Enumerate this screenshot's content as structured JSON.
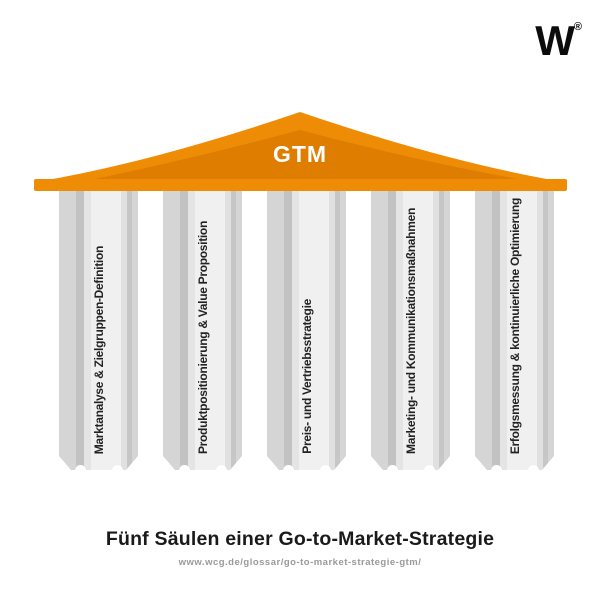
{
  "logo": {
    "letter": "W",
    "registered": "®"
  },
  "roof": {
    "label": "GTM"
  },
  "pillars": [
    {
      "label": "Marktanalyse & Zielgruppen-Definition"
    },
    {
      "label": "Produktpositionierung & Value Proposition"
    },
    {
      "label": "Preis- und Vertriebsstrategie"
    },
    {
      "label": "Marketing- und Kommunikationsmaßnahmen"
    },
    {
      "label": "Erfolgsmessung & kontinuierliche Optimierung"
    }
  ],
  "footer": {
    "title": "Fünf Säulen einer Go-to-Market-Strategie",
    "url": "www.wcg.de/glossar/go-to-market-strategie-gtm/"
  },
  "colors": {
    "accent_orange": "#EF8C05",
    "accent_orange_dark": "#DE7D00",
    "pillar_highlight": "#F0F0F0",
    "pillar_shadow": "#C2C2C2",
    "pillar_mid": "#D5D5D5",
    "text_dark": "#1A1A1A",
    "url_gray": "#9A9A9A",
    "gtm_text": "#FFFFFF",
    "logo_black": "#0C0C0C"
  }
}
